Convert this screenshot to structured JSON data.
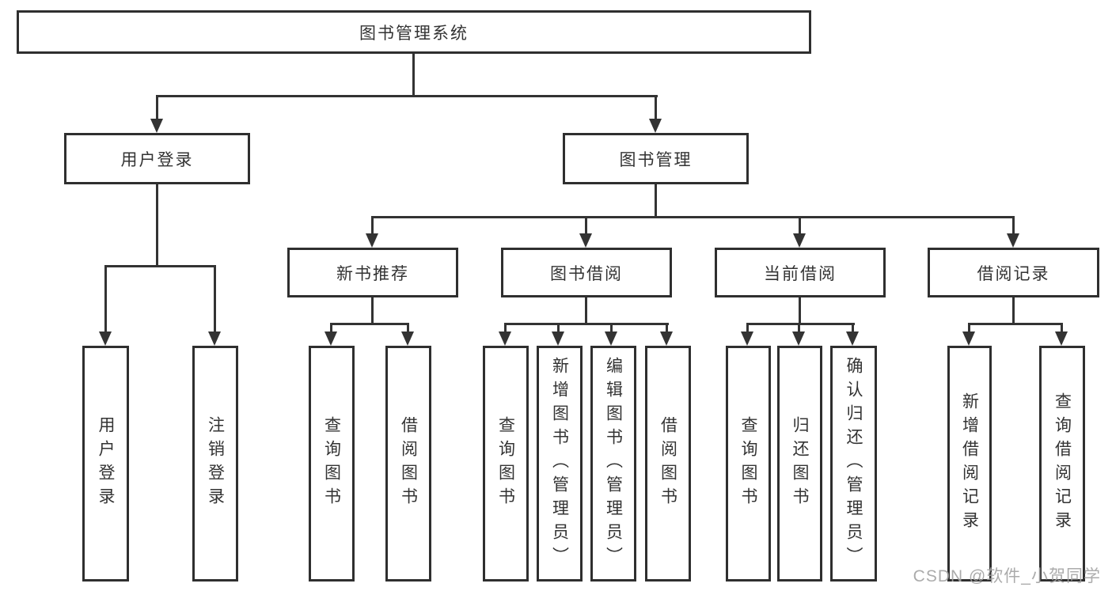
{
  "tree": {
    "label": "图书管理系统",
    "children": [
      {
        "label": "用户登录",
        "children": [
          {
            "label": "用户登录"
          },
          {
            "label": "注销登录"
          }
        ]
      },
      {
        "label": "图书管理",
        "children": [
          {
            "label": "新书推荐",
            "children": [
              {
                "label": "查询图书"
              },
              {
                "label": "借阅图书"
              }
            ]
          },
          {
            "label": "图书借阅",
            "children": [
              {
                "label": "查询图书"
              },
              {
                "label": "新增图书（管理员）"
              },
              {
                "label": "编辑图书（管理员）"
              },
              {
                "label": "借阅图书"
              }
            ]
          },
          {
            "label": "当前借阅",
            "children": [
              {
                "label": "查询图书"
              },
              {
                "label": "归还图书"
              },
              {
                "label": "确认归还（管理员）"
              }
            ]
          },
          {
            "label": "借阅记录",
            "children": [
              {
                "label": "新增借阅记录"
              },
              {
                "label": "查询借阅记录"
              }
            ]
          }
        ]
      }
    ]
  },
  "watermark": "CSDN @软件_小贺同学",
  "colors": {
    "line": "#333333",
    "border": "#2f2f2f",
    "text": "#333333",
    "watermark": "#a3a3a3",
    "background": "#ffffff"
  }
}
